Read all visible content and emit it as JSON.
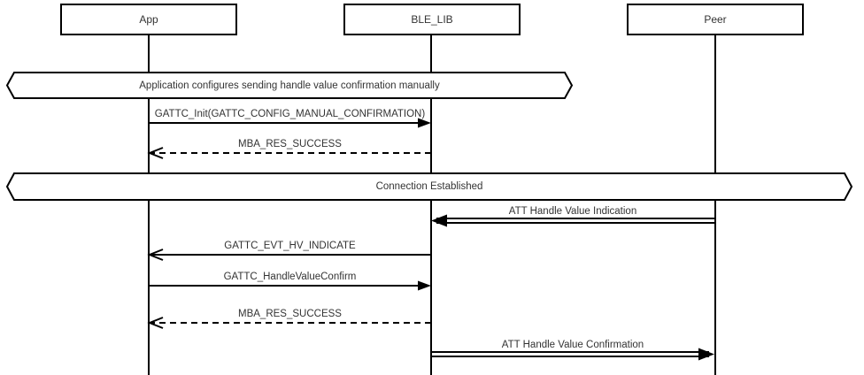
{
  "diagram": {
    "participants": [
      {
        "label": "App"
      },
      {
        "label": "BLE_LIB"
      },
      {
        "label": "Peer"
      }
    ],
    "notes": [
      {
        "label": "Application configures sending handle value confirmation manually"
      },
      {
        "label": "Connection Established"
      }
    ],
    "messages": [
      {
        "label": "GATTC_Init(GATTC_CONFIG_MANUAL_CONFIRMATION)",
        "from": "App",
        "to": "BLE_LIB",
        "line": "solid",
        "head": "filled"
      },
      {
        "label": "MBA_RES_SUCCESS",
        "from": "BLE_LIB",
        "to": "App",
        "line": "dashed",
        "head": "open"
      },
      {
        "label": "ATT Handle Value Indication",
        "from": "Peer",
        "to": "BLE_LIB",
        "line": "double",
        "head": "filled"
      },
      {
        "label": "GATTC_EVT_HV_INDICATE",
        "from": "BLE_LIB",
        "to": "App",
        "line": "solid",
        "head": "open"
      },
      {
        "label": "GATTC_HandleValueConfirm",
        "from": "App",
        "to": "BLE_LIB",
        "line": "solid",
        "head": "filled"
      },
      {
        "label": "MBA_RES_SUCCESS",
        "from": "BLE_LIB",
        "to": "App",
        "line": "dashed",
        "head": "open"
      },
      {
        "label": "ATT Handle Value Confirmation",
        "from": "BLE_LIB",
        "to": "Peer",
        "line": "double",
        "head": "filled"
      }
    ],
    "colors": {
      "stroke": "#000000",
      "background": "#ffffff",
      "text": "#333333"
    }
  }
}
